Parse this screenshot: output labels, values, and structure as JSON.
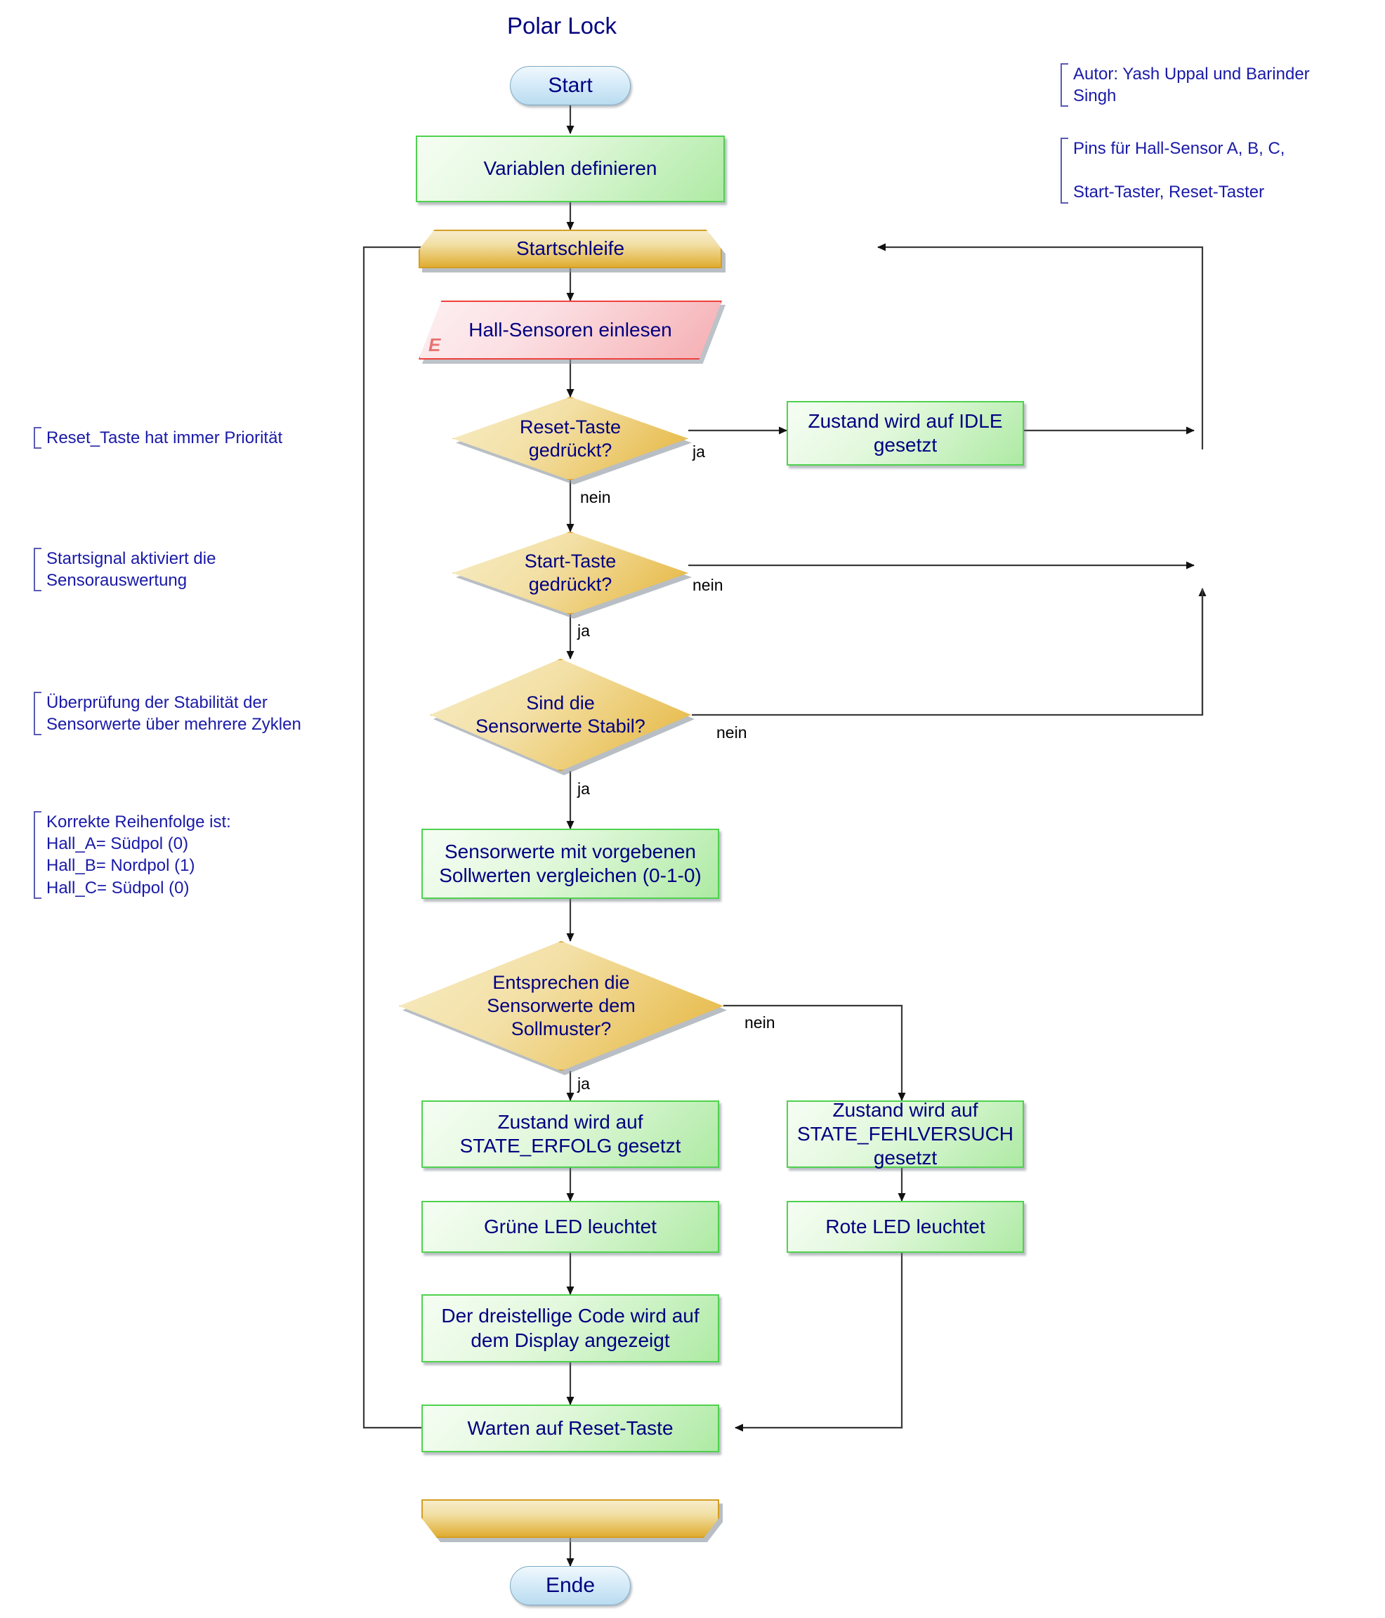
{
  "diagram": {
    "title": "Polar Lock",
    "type": "flowchart",
    "language": "de"
  },
  "nodes": {
    "start": {
      "label": "Start",
      "shape": "terminator"
    },
    "define_vars": {
      "label": "Variablen definieren",
      "shape": "process"
    },
    "loop_start": {
      "label": "Startschleife",
      "shape": "loop-start"
    },
    "read_sensors": {
      "label": "Hall-Sensoren einlesen",
      "shape": "input",
      "marker": "E"
    },
    "reset_pressed": {
      "label": "Reset-Taste\ngedrückt?",
      "shape": "decision"
    },
    "set_idle": {
      "label": "Zustand wird auf IDLE\ngesetzt",
      "shape": "process"
    },
    "start_pressed": {
      "label": "Start-Taste\ngedrückt?",
      "shape": "decision"
    },
    "values_stable": {
      "label": "Sind die\nSensorwerte Stabil?",
      "shape": "decision"
    },
    "compare_values": {
      "label": "Sensorwerte mit vorgebenen\nSollwerten vergleichen (0-1-0)",
      "shape": "process"
    },
    "matches_pattern": {
      "label": "Entsprechen die\nSensorwerte dem\nSollmuster?",
      "shape": "decision"
    },
    "set_success": {
      "label": "Zustand wird auf\nSTATE_ERFOLG gesetzt",
      "shape": "process"
    },
    "set_failure": {
      "label": "Zustand wird auf\nSTATE_FEHLVERSUCH\ngesetzt",
      "shape": "process"
    },
    "green_led": {
      "label": "Grüne LED leuchtet",
      "shape": "process"
    },
    "red_led": {
      "label": "Rote LED leuchtet",
      "shape": "process"
    },
    "show_code": {
      "label": "Der dreistellige Code wird auf\ndem Display angezeigt",
      "shape": "process"
    },
    "wait_reset": {
      "label": "Warten auf Reset-Taste",
      "shape": "process"
    },
    "loop_end": {
      "label": "",
      "shape": "loop-end"
    },
    "end": {
      "label": "Ende",
      "shape": "terminator"
    }
  },
  "edge_labels": {
    "reset_yes": "ja",
    "reset_no": "nein",
    "start_no": "nein",
    "start_yes": "ja",
    "stable_no": "nein",
    "stable_yes": "ja",
    "pattern_no": "nein",
    "pattern_yes": "ja"
  },
  "comments": {
    "author": "Autor: Yash Uppal und Barinder\nSingh",
    "pins": "Pins für Hall-Sensor A, B, C,\n\nStart-Taster, Reset-Taster",
    "reset_prio": "Reset_Taste hat immer Priorität",
    "start_sig": "Startsignal aktiviert die\nSensorauswertung",
    "stability": "Überprüfung der Stabilität der\nSensorwerte über mehrere Zyklen",
    "sequence": "Korrekte Reihenfolge ist:\nHall_A= Südpol (0)\nHall_B= Nordpol (1)\nHall_C= Südpol (0)"
  },
  "colors": {
    "text": "#000080",
    "comment_text": "#1a1aa8",
    "process_border": "#4fd24f",
    "decision_border": "#d9a227",
    "loop_border": "#d49e23",
    "input_border": "#ef413d",
    "terminator_border": "#7ea9c4",
    "connector": "#3a3a3a",
    "marker_e": "#e8736f"
  }
}
